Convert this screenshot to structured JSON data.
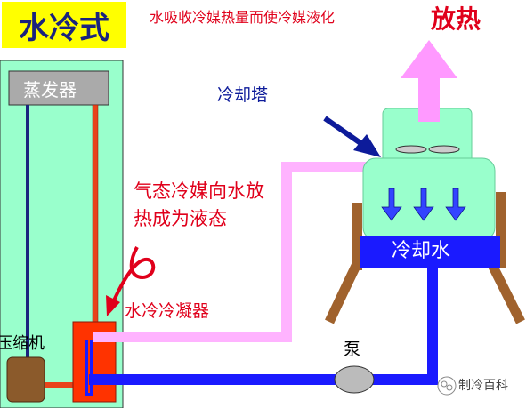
{
  "title": "水冷式",
  "subtitle": "水吸收冷媒热量而使冷媒液化",
  "heat_release": "放热",
  "labels": {
    "cooling_tower": "冷却塔",
    "annotation_line1": "气态冷媒向水放",
    "annotation_line2": "热成为液态",
    "condenser": "水冷冷凝器",
    "compressor": "压缩机",
    "pump": "泵",
    "evaporator": "蒸发器",
    "cooling_water": "冷却水",
    "watermark": "制冷百科"
  },
  "colors": {
    "panel": "#99ffcc",
    "title_bg": "#ffff00",
    "accent_red": "#e0001b",
    "pipe_pink": "#ff99ff",
    "pipe_blue": "#1a1aff",
    "tower_body": "#99ffcc",
    "tower_legs": "#a0622d"
  },
  "icons": [
    "arrow-up-icon",
    "arrow-down-icon",
    "fan-blade-icon",
    "pointer-arrow-icon",
    "curved-arrow-icon",
    "watermark-icon"
  ]
}
